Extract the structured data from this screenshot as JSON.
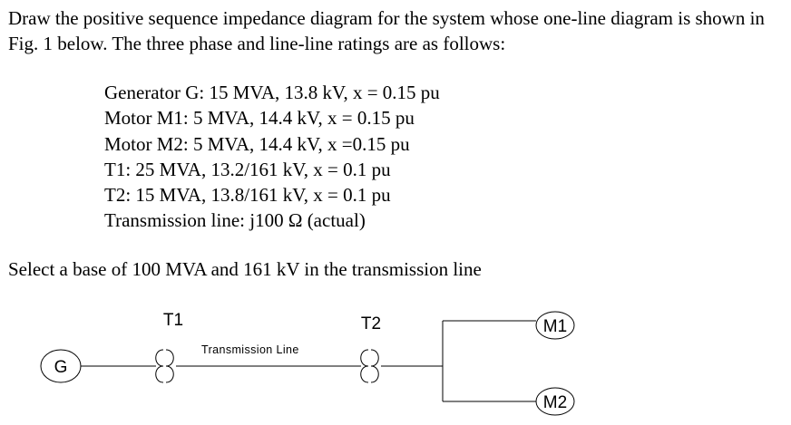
{
  "problem": {
    "statement": "Draw the positive sequence impedance diagram for the system whose one-line diagram is shown in Fig. 1 below.  The three phase and line-line ratings are as follows:",
    "ratings": [
      "Generator G: 15 MVA, 13.8 kV, x = 0.15 pu",
      "Motor M1: 5 MVA, 14.4 kV, x = 0.15 pu",
      "Motor M2: 5 MVA, 14.4 kV, x =0.15 pu",
      "T1: 25 MVA, 13.2/161 kV, x = 0.1 pu",
      "T2: 15 MVA, 13.8/161 kV, x = 0.1 pu",
      "Transmission line: j100 Ω (actual)"
    ],
    "base_note": "Select a base of 100 MVA and 161 kV in the transmission line"
  },
  "diagram": {
    "generator_label": "G",
    "t1_label": "T1",
    "t2_label": "T2",
    "line_label": "Transmission Line",
    "m1_label": "M1",
    "m2_label": "M2"
  }
}
